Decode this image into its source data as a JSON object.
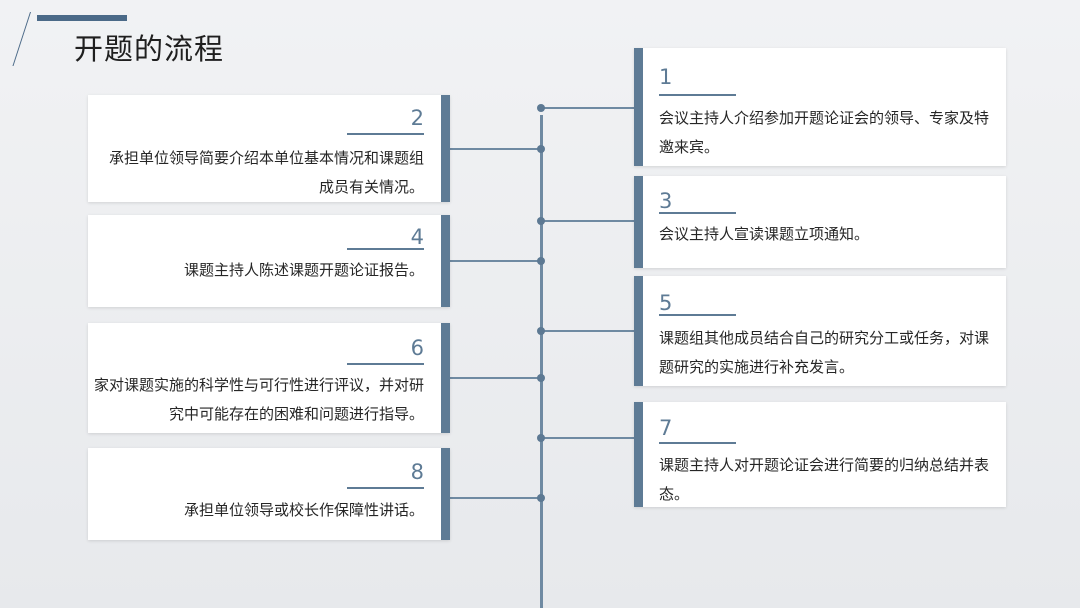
{
  "title": "开题的流程",
  "steps": {
    "s1": {
      "number": "1",
      "text": "会议主持人介绍参加开题论证会的领导、专家及特邀来宾。"
    },
    "s2": {
      "number": "2",
      "text": "承担单位领导简要介绍本单位基本情况和课题组成员有关情况。"
    },
    "s3": {
      "number": "3",
      "text": "会议主持人宣读课题立项通知。"
    },
    "s4": {
      "number": "4",
      "text": "课题主持人陈述课题开题论证报告。"
    },
    "s5": {
      "number": "5",
      "text": "课题组其他成员结合自己的研究分工或任务，对课题研究的实施进行补充发言。"
    },
    "s6": {
      "number": "6",
      "text": "家对课题实施的科学性与可行性进行评议，并对研究中可能存在的困难和问题进行指导。"
    },
    "s7": {
      "number": "7",
      "text": "课题主持人对开题论证会进行简要的归纳总结并表态。"
    },
    "s8": {
      "number": "8",
      "text": "承担单位领导或校长作保障性讲话。"
    }
  },
  "colors": {
    "accent": "#5e7b95",
    "line": "#6f8aa2",
    "background": "#eaecee",
    "card": "#ffffff",
    "text": "#262626"
  }
}
